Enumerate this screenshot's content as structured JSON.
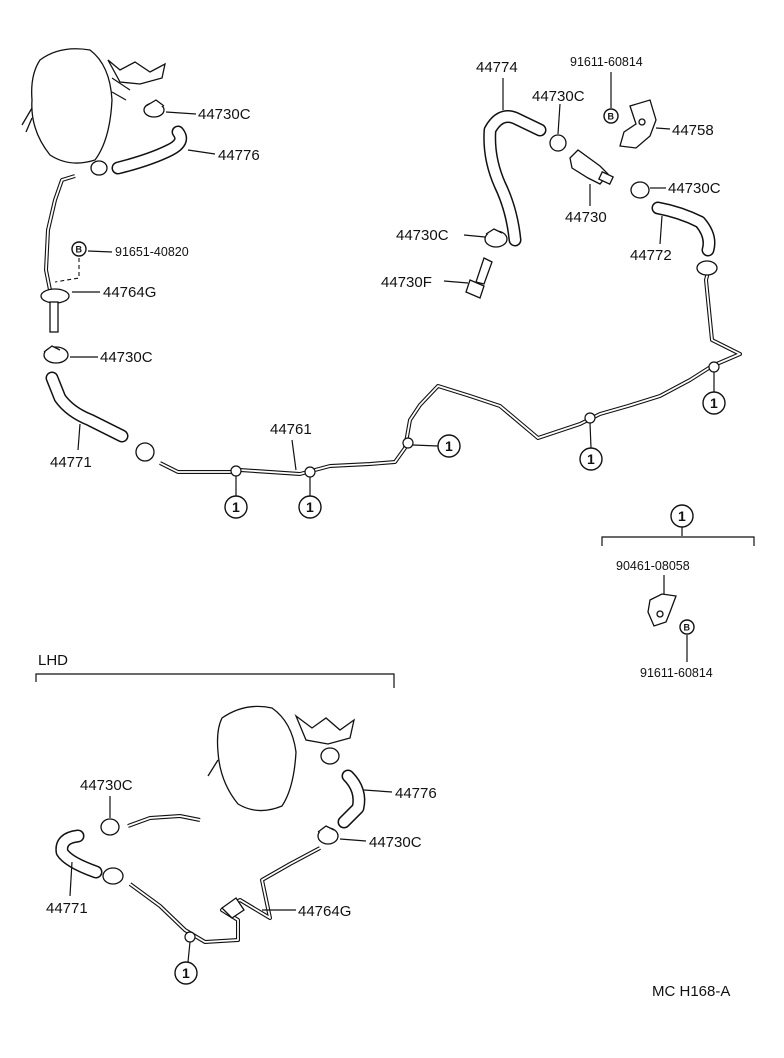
{
  "labels": {
    "p44730C_1": "44730C",
    "p44776_1": "44776",
    "p91651": "91651-40820",
    "p44764G_1": "44764G",
    "p44730C_2": "44730C",
    "p44771_1": "44771",
    "p44761": "44761",
    "p44774": "44774",
    "p91611_top": "91611-60814",
    "p44730C_3": "44730C",
    "p44758": "44758",
    "p44730C_4": "44730C",
    "p44730": "44730",
    "p44730C_5": "44730C",
    "p44772": "44772",
    "p44730F": "44730F",
    "p90461": "90461-08058",
    "p91611_bot": "91611-60814",
    "lhd": "LHD",
    "p44730C_6": "44730C",
    "p44776_2": "44776",
    "p44730C_7": "44730C",
    "p44771_2": "44771",
    "p44764G_2": "44764G",
    "ref_code": "MC  H168-A"
  },
  "marks": {
    "clamp_ref": "1",
    "bolt": "B"
  }
}
